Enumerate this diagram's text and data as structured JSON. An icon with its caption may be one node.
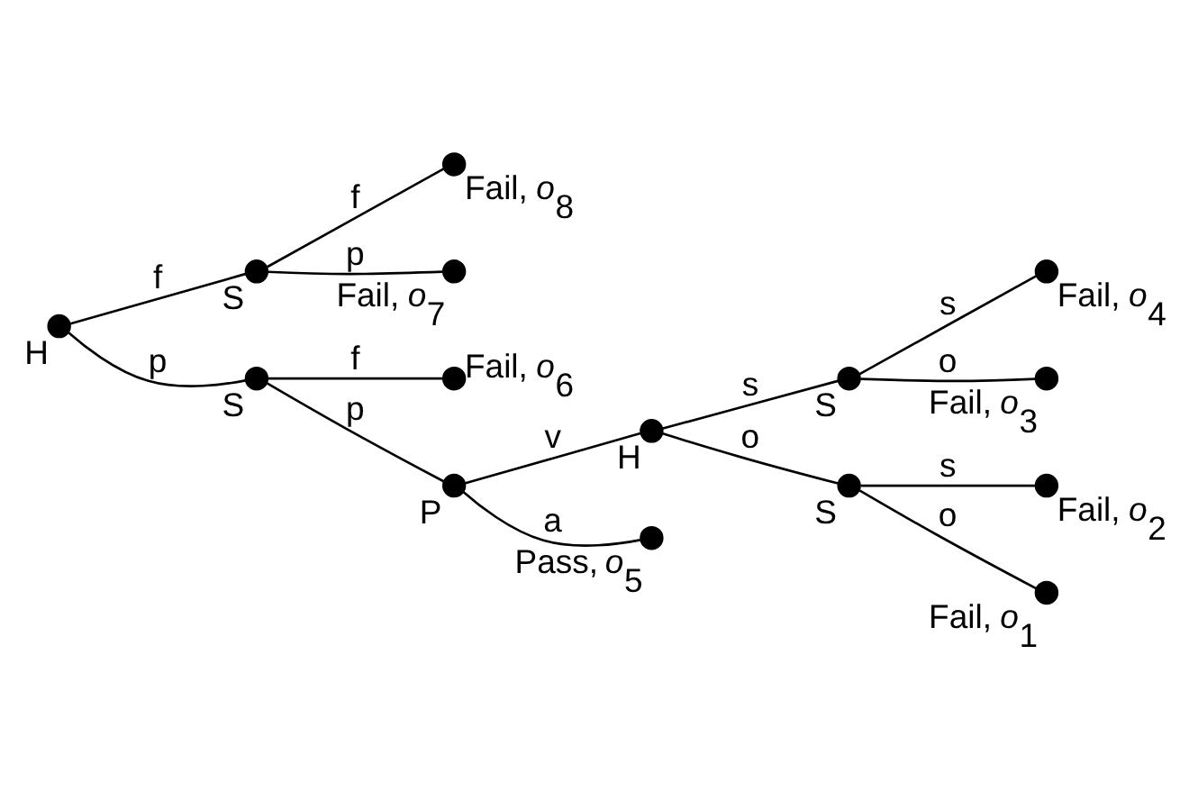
{
  "diagram": {
    "nodes": [
      {
        "text": [],
        "shape": "circle",
        "beside": [
          "H"
        ]
      },
      {
        "text": [],
        "shape": "circle",
        "beside": [
          "S"
        ]
      },
      {
        "text": [],
        "shape": "circle",
        "beside": [
          "Fail, *o*$_{8}$"
        ]
      },
      {
        "text": [],
        "shape": "circle",
        "beside": [
          "Fail, *o*$_{7}$"
        ]
      },
      {
        "text": [],
        "shape": "circle",
        "beside": [
          "Fail, *o*$_{6}$"
        ]
      },
      {
        "text": [],
        "shape": "circle",
        "beside": [
          "S"
        ]
      },
      {
        "text": [],
        "shape": "circle",
        "beside": [
          "P"
        ]
      },
      {
        "text": [],
        "shape": "circle",
        "beside": [
          "H"
        ]
      },
      {
        "text": [],
        "shape": "circle",
        "beside": [
          "S"
        ]
      },
      {
        "text": [],
        "shape": "circle",
        "beside": [
          "Fail, *o*$_{4}$"
        ]
      },
      {
        "text": [],
        "shape": "circle",
        "beside": [
          "Fail, *o*$_{3}$"
        ]
      },
      {
        "text": [],
        "shape": "circle",
        "beside": [
          "Fail, *o*$_{2}$"
        ]
      },
      {
        "text": [],
        "shape": "circle",
        "beside": [
          "S"
        ]
      },
      {
        "text": [],
        "shape": "circle",
        "beside": [
          "Fail, *o*$_{1}$"
        ]
      },
      {
        "text": [],
        "shape": "circle",
        "beside": [
          "Pass, *o*$_{5}$"
        ]
      }
    ],
    "edges": [
      {
        "from": 0,
        "to": 1,
        "arrow": "none",
        "label": "f"
      },
      {
        "from": 0,
        "to": 5,
        "arrow": "none",
        "label": "p"
      },
      {
        "from": 1,
        "to": 2,
        "arrow": "none",
        "label": "f"
      },
      {
        "from": 1,
        "to": 3,
        "arrow": "none",
        "label": "p"
      },
      {
        "from": 5,
        "to": 4,
        "arrow": "none",
        "label": "f"
      },
      {
        "from": 5,
        "to": 6,
        "arrow": "none",
        "label": "p"
      },
      {
        "from": 6,
        "to": 7,
        "arrow": "none",
        "label": "v"
      },
      {
        "from": 6,
        "to": 14,
        "arrow": "none",
        "label": "a"
      },
      {
        "from": 7,
        "to": 8,
        "arrow": "none",
        "label": "s"
      },
      {
        "from": 7,
        "to": 12,
        "arrow": "none",
        "label": "o"
      },
      {
        "from": 8,
        "to": 9,
        "arrow": "none",
        "label": "s"
      },
      {
        "from": 8,
        "to": 10,
        "arrow": "none",
        "label": "o"
      },
      {
        "from": 12,
        "to": 11,
        "arrow": "none",
        "label": "s"
      },
      {
        "from": 12,
        "to": 13,
        "arrow": "none",
        "label": "o"
      }
    ]
  }
}
